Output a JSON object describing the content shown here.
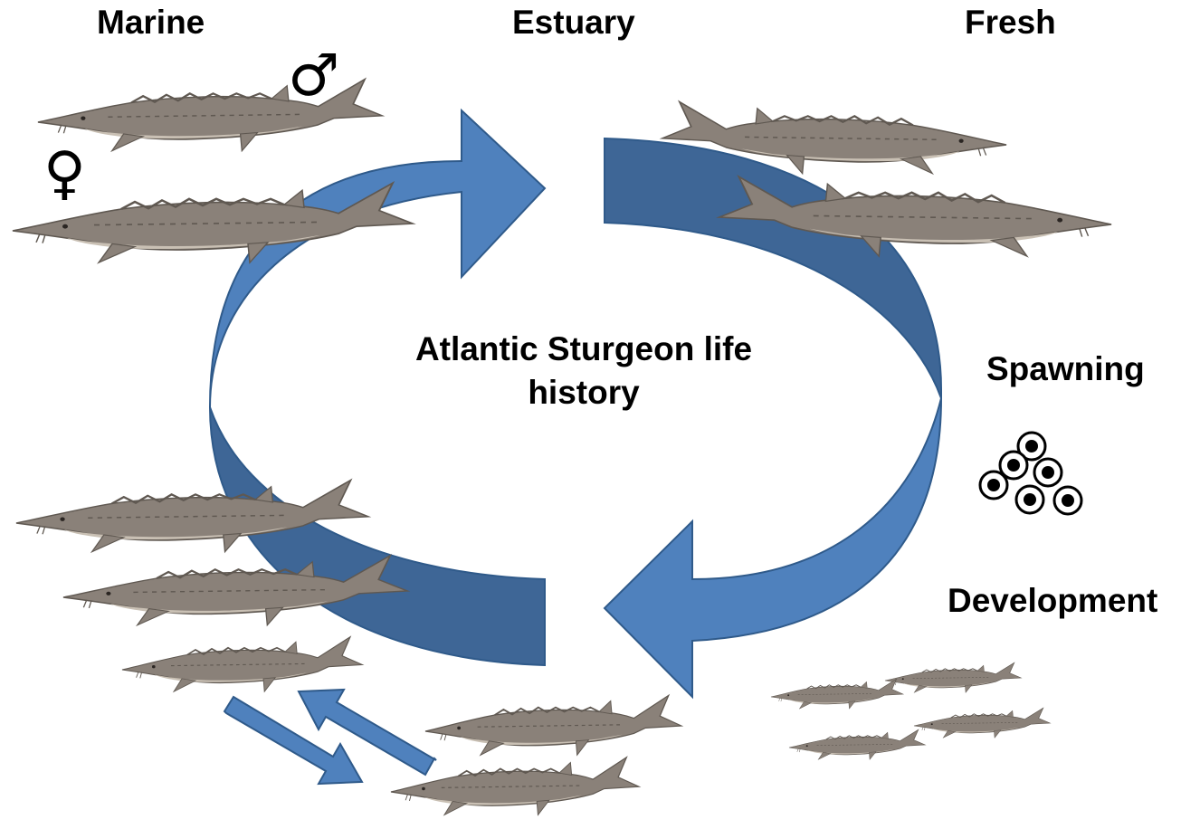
{
  "labels": {
    "marine": "Marine",
    "estuary": "Estuary",
    "fresh": "Fresh",
    "spawning": "Spawning",
    "development": "Development"
  },
  "center_title": {
    "line1": "Atlantic Sturgeon life",
    "line2": "history"
  },
  "symbols": {
    "male": "♂",
    "female": "♀"
  },
  "colors": {
    "arrow_light": "#4f81bd",
    "arrow_dark": "#3e6696",
    "arrow_outline": "#2f5a8a",
    "fish_body": "#8a8179",
    "fish_belly": "#c9c0b4",
    "fish_dark": "#5f5851"
  }
}
